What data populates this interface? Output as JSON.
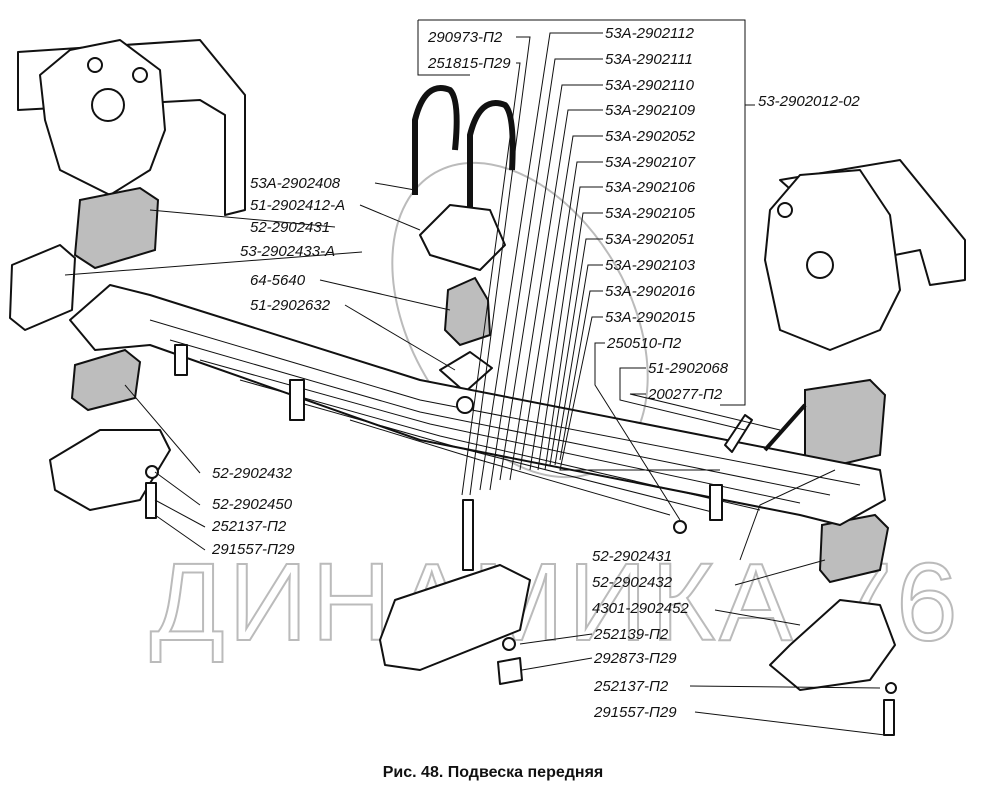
{
  "caption": "Рис. 48. Подвеска передняя",
  "watermark": "ДИНАМИКА 76",
  "labels_left": [
    "53А-2902408",
    "51-2902412-А",
    "52-2902431",
    "53-2902433-А",
    "64-5640",
    "51-2902632"
  ],
  "labels_lower_left": [
    "52-2902432",
    "52-2902450",
    "252137-П2",
    "291557-П29"
  ],
  "labels_box": [
    "290973-П2",
    "251815-П29"
  ],
  "labels_right_column": [
    "53А-2902112",
    "53А-2902111",
    "53А-2902110",
    "53А-2902109",
    "53А-2902052",
    "53А-2902107",
    "53А-2902106",
    "53А-2902105",
    "53А-2902051",
    "53А-2902103",
    "53А-2902016",
    "53А-2902015",
    "250510-П2"
  ],
  "labels_pin": [
    "51-2902068",
    "200277-П2"
  ],
  "label_bracket": "53-2902012-02",
  "labels_lower_right": [
    "52-2902431",
    "52-2902432",
    "4301-2902452",
    "252139-П2",
    "292873-П29",
    "252137-П2",
    "291557-П29"
  ]
}
